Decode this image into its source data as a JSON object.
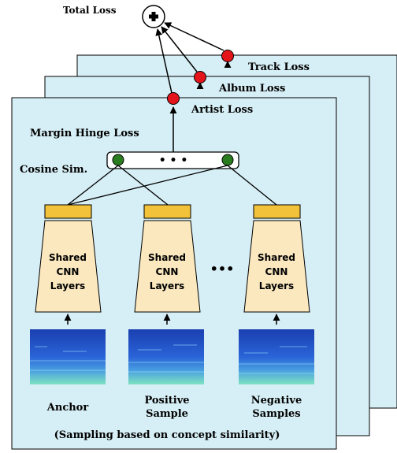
{
  "labels": {
    "total_loss": "Total Loss",
    "track_loss": "Track Loss",
    "album_loss": "Album Loss",
    "artist_loss": "Artist Loss",
    "margin_hinge_loss": "Margin Hinge Loss",
    "cosine_sim": "Cosine Sim.",
    "dots_small": "• • •",
    "dots_between": "•••",
    "sampling_note": "(Sampling based on concept similarity)"
  },
  "cnn_blocks": [
    {
      "line1": "Shared",
      "line2": "CNN",
      "line3": "Layers"
    },
    {
      "line1": "Shared",
      "line2": "CNN",
      "line3": "Layers"
    },
    {
      "line1": "Shared",
      "line2": "CNN",
      "line3": "Layers"
    }
  ],
  "samples": [
    {
      "line1": "Anchor",
      "line2": ""
    },
    {
      "line1": "Positive",
      "line2": "Sample"
    },
    {
      "line1": "Negative",
      "line2": "Samples"
    }
  ],
  "colors": {
    "panel_fill": "#d6eef5",
    "cnn_fill": "#fbe8bf",
    "cnn_bar": "#f2c23a",
    "loss_node": "#e4141b",
    "sim_node": "#2a7d1e"
  }
}
